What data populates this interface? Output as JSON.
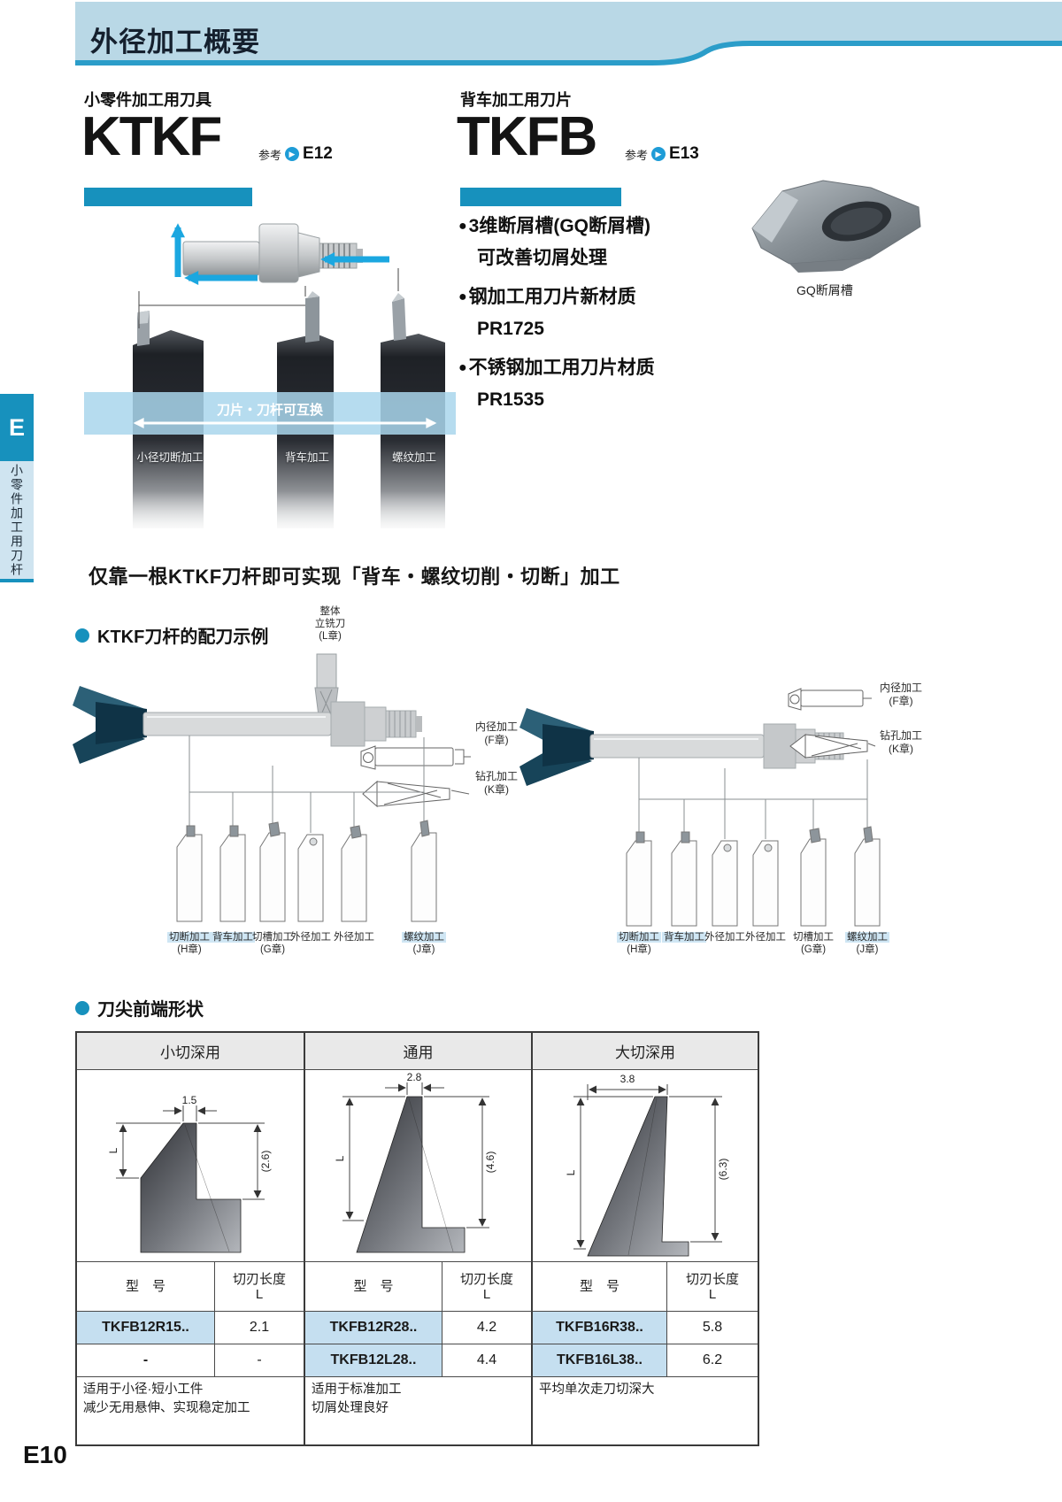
{
  "header": {
    "title": "外径加工概要"
  },
  "products": [
    {
      "category": "小零件加工用刀具",
      "name": "KTKF",
      "ref_word": "参考",
      "ref_icon": "play-arrow",
      "ref_page": "E12"
    },
    {
      "category": "背车加工用刀片",
      "name": "TKFB",
      "ref_word": "参考",
      "ref_icon": "play-arrow",
      "ref_page": "E13"
    }
  ],
  "features": [
    {
      "bullet": "●",
      "line1": "3维断屑槽(GQ断屑槽)",
      "line2": "可改善切屑处理"
    },
    {
      "bullet": "●",
      "line1": "钢加工用刀片新材质",
      "line2": "PR1725"
    },
    {
      "bullet": "●",
      "line1": "不锈钢加工用刀片材质",
      "line2": "PR1535"
    }
  ],
  "insert_photo": {
    "caption": "GQ断屑槽"
  },
  "montage": {
    "band_label": "刀片・刀杆可互换",
    "labels": [
      "小径切断加工",
      "背车加工",
      "螺纹加工"
    ]
  },
  "sidebar": {
    "tab": "E",
    "label": "小零件加工用刀杆"
  },
  "headline": "仅靠一根KTKF刀杆即可实现「背车・螺纹切削・切断」加工",
  "sections": {
    "assembly": "KTKF刀杆的配刀示例",
    "tip_shape": "刀尖前端形状"
  },
  "assembly": {
    "endmill_label": [
      "整体",
      "立铣刀",
      "(L章)"
    ],
    "callouts": {
      "bore": {
        "t": "内径加工",
        "c": "(F章)"
      },
      "drill": {
        "t": "钻孔加工",
        "c": "(K章)"
      }
    },
    "left_labels": [
      {
        "t": "切断加工",
        "c": "(H章)"
      },
      {
        "t": "背车加工",
        "c": ""
      },
      {
        "t": "切槽加工",
        "c": "(G章)"
      },
      {
        "t": "外径加工",
        "c": ""
      },
      {
        "t": "外径加工",
        "c": ""
      },
      {
        "t": "螺纹加工",
        "c": "(J章)"
      }
    ],
    "right_labels": [
      {
        "t": "切断加工",
        "c": "(H章)"
      },
      {
        "t": "背车加工",
        "c": ""
      },
      {
        "t": "外径加工",
        "c": ""
      },
      {
        "t": "外径加工",
        "c": ""
      },
      {
        "t": "切槽加工",
        "c": "(G章)"
      },
      {
        "t": "螺纹加工",
        "c": "(J章)"
      }
    ]
  },
  "table": {
    "groups": [
      {
        "header": "小切深用",
        "dims": {
          "w": "1.5",
          "l": "L",
          "h": "(2.6)"
        },
        "model_header": "型　号",
        "length_header_1": "切刃长度",
        "length_header_2": "L",
        "rows": [
          {
            "model": "TKFB12R15..",
            "value": "2.1"
          },
          {
            "model": "-",
            "value": "-"
          }
        ],
        "notes": [
          "适用于小径·短小工件",
          "减少无用悬伸、实现稳定加工"
        ]
      },
      {
        "header": "通用",
        "dims": {
          "w": "2.8",
          "l": "L",
          "h": "(4.6)"
        },
        "model_header": "型　号",
        "length_header_1": "切刃长度",
        "length_header_2": "L",
        "rows": [
          {
            "model": "TKFB12R28..",
            "value": "4.2"
          },
          {
            "model": "TKFB12L28..",
            "value": "4.4"
          }
        ],
        "notes": [
          "适用于标准加工",
          "切屑处理良好"
        ]
      },
      {
        "header": "大切深用",
        "dims": {
          "w": "3.8",
          "l": "L",
          "h": "(6.3)"
        },
        "model_header": "型　号",
        "length_header_1": "切刃长度",
        "length_header_2": "L",
        "rows": [
          {
            "model": "TKFB16R38..",
            "value": "5.8"
          },
          {
            "model": "TKFB16L38..",
            "value": "6.2"
          }
        ],
        "notes": [
          "平均单次走刀切深大"
        ]
      }
    ]
  },
  "page_number": "E10",
  "colors": {
    "accent_teal": "#1791bd",
    "banner_bg": "#b9d8e6",
    "banner_line": "#2b9dc9",
    "cyan_arrow": "#1ba7e0",
    "highlight": "#cfe6f4",
    "model_cell_bg": "#c5dff0",
    "table_header_bg": "#e9e9e9"
  }
}
